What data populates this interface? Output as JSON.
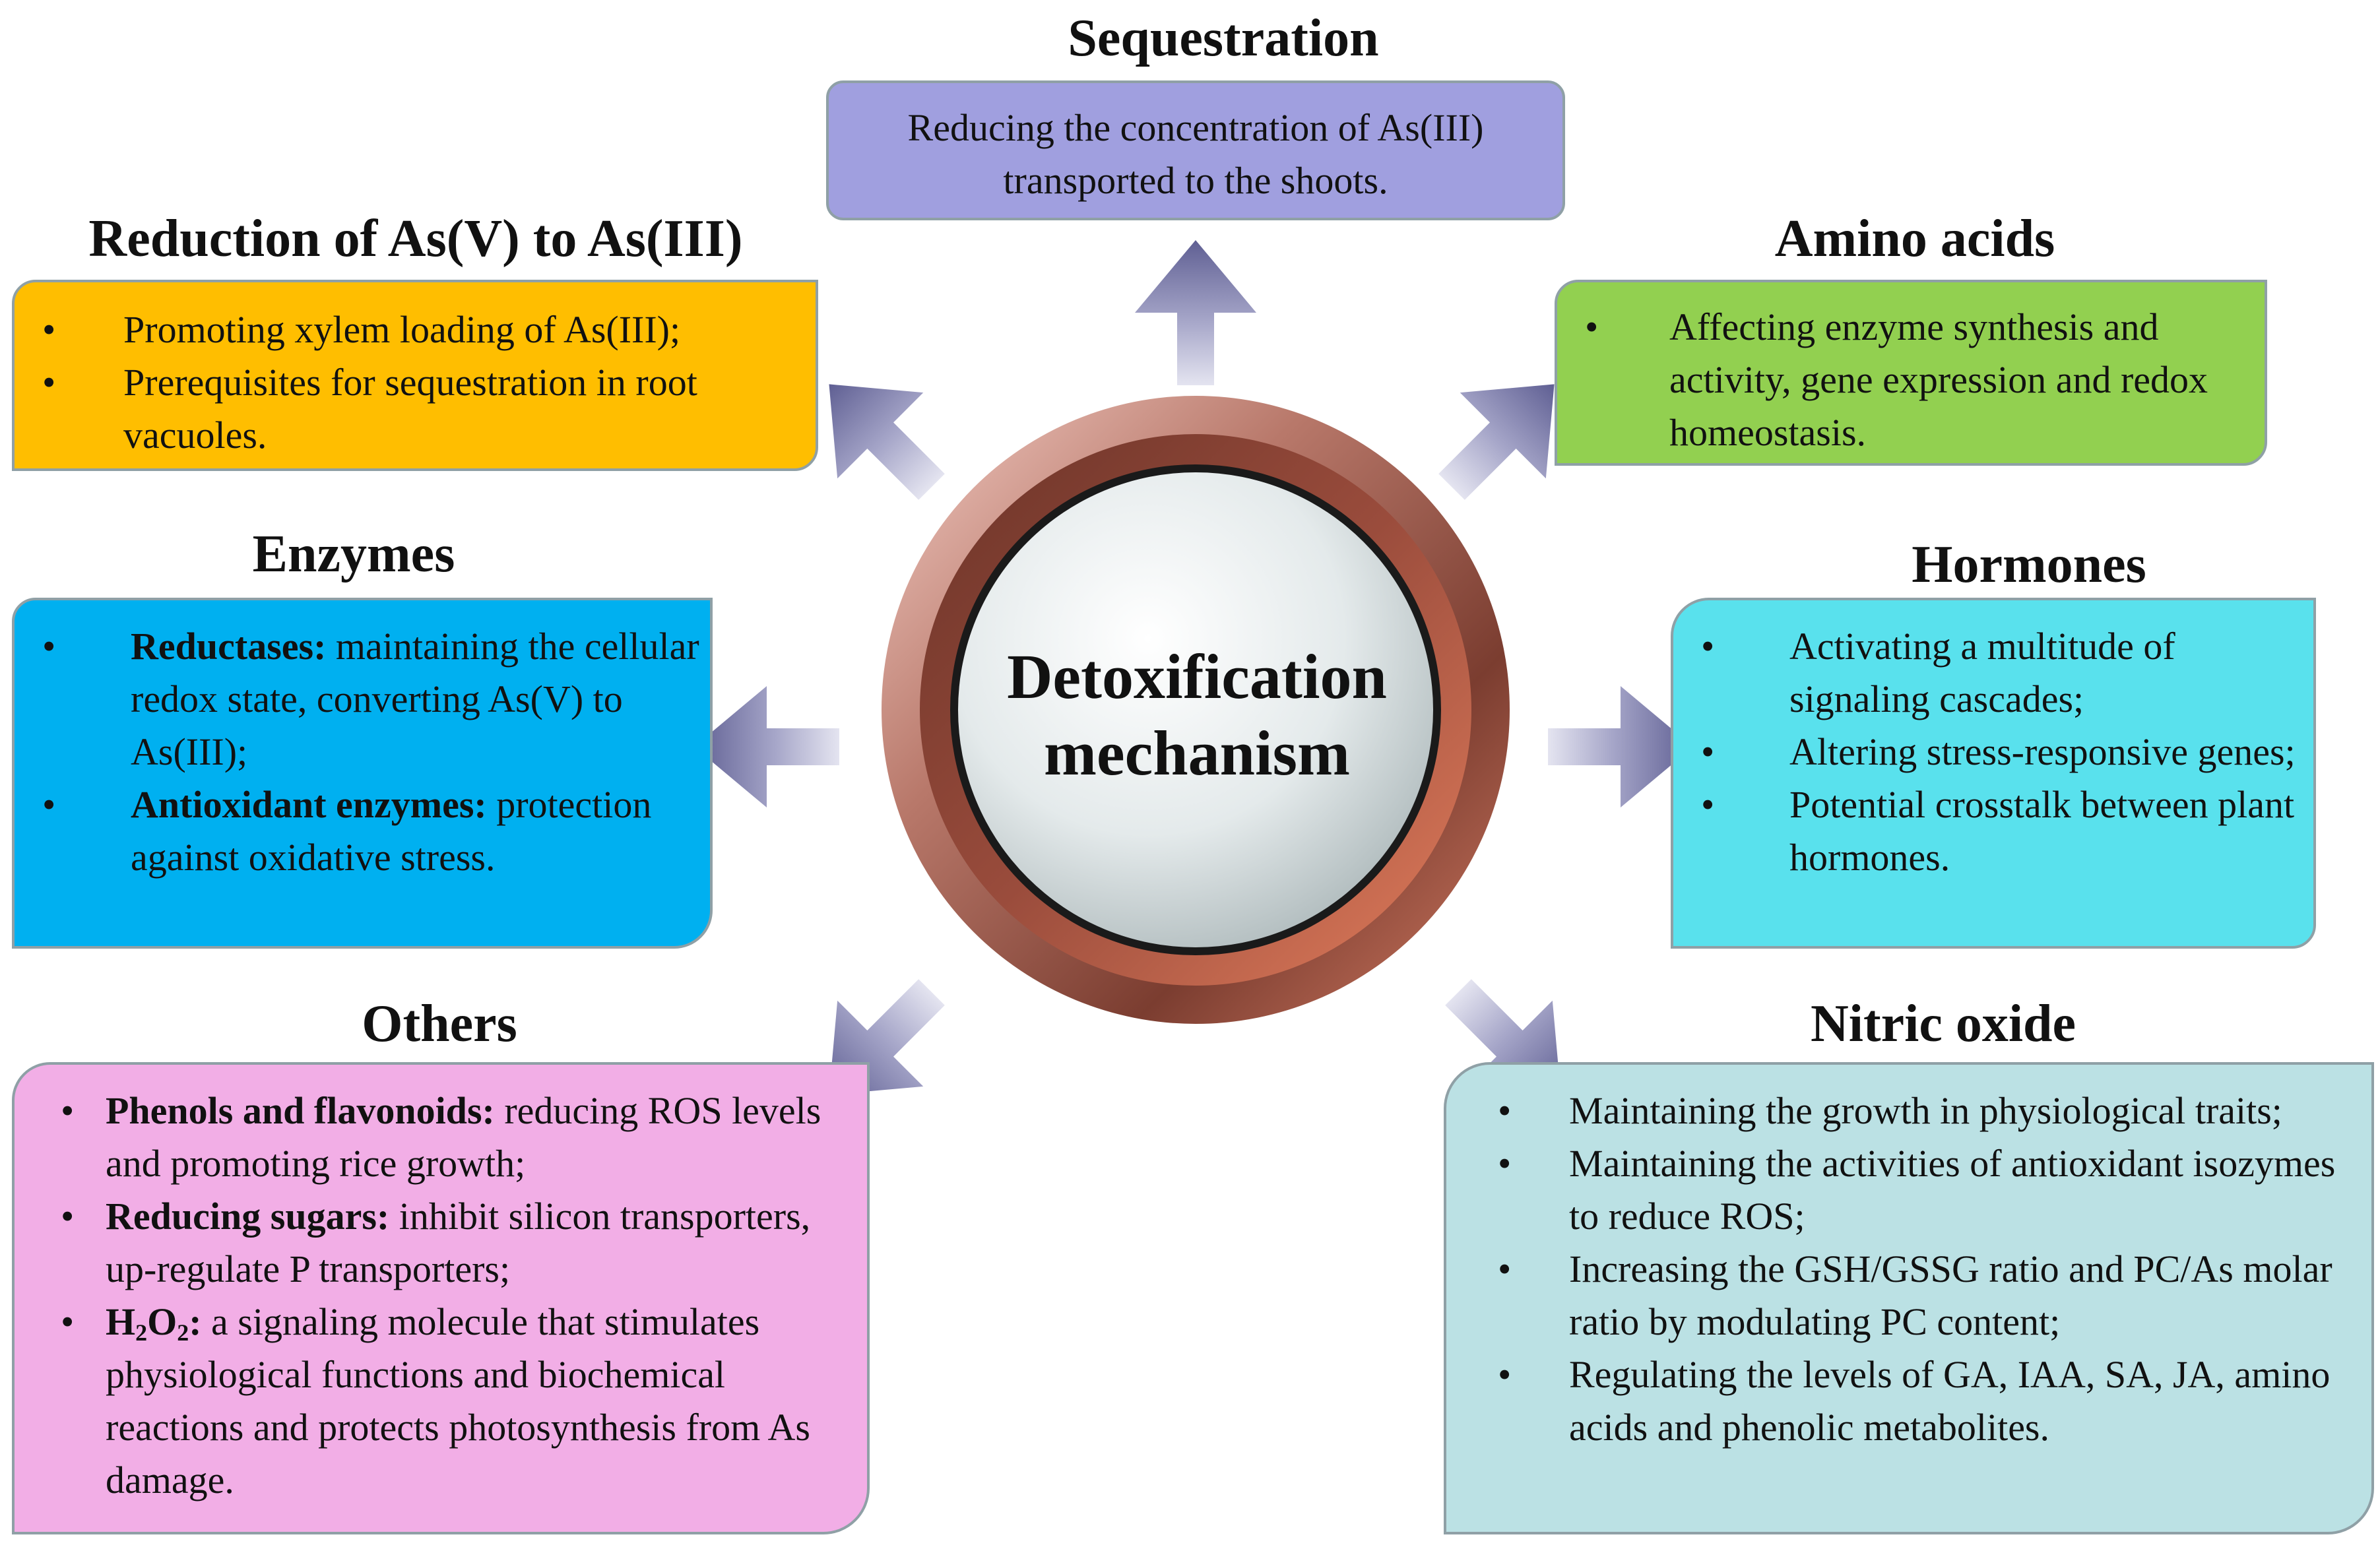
{
  "center": {
    "line1": "Detoxification",
    "line2": "mechanism"
  },
  "colors": {
    "sequestration": "#a09fdf",
    "reduction": "#ffbe00",
    "amino_acids": "#92d050",
    "enzymes": "#00b0f0",
    "hormones": "#59e1ed",
    "others": "#f2aee6",
    "nitric_oxide": "#bbe1e4",
    "ring": "#8b4a3a",
    "arrow": "#6c6c9c"
  },
  "sequestration": {
    "title": "Sequestration",
    "line1": "Reducing the concentration of As(III)",
    "line2": "transported to the shoots."
  },
  "reduction": {
    "title": "Reduction of As(V) to As(III)",
    "items": [
      "Promoting xylem loading of As(III);",
      "Prerequisites for sequestration in root vacuoles."
    ]
  },
  "amino_acids": {
    "title": "Amino acids",
    "items": [
      "Affecting enzyme synthesis and activity, gene expression and redox homeostasis."
    ]
  },
  "enzymes": {
    "title": "Enzymes",
    "items": [
      {
        "bold": "Reductases:",
        "text": " maintaining the cellular redox state, converting As(V) to As(III);"
      },
      {
        "bold": "Antioxidant enzymes:",
        "text": " protection against oxidative stress."
      }
    ]
  },
  "hormones": {
    "title": "Hormones",
    "items": [
      "Activating a multitude of signaling cascades;",
      "Altering stress-responsive genes;",
      "Potential crosstalk between plant hormones."
    ]
  },
  "others": {
    "title": "Others",
    "items": [
      {
        "bold": "Phenols and flavonoids:",
        "text": " reducing ROS levels and promoting rice growth;"
      },
      {
        "bold": "Reducing sugars:",
        "text": " inhibit silicon transporters, up-regulate P transporters;"
      }
    ],
    "h2o2": {
      "h": "H",
      "sub1": "2",
      "o": "O",
      "sub2": "2",
      "colon": ":",
      "text": " a signaling molecule that stimulates physiological functions and biochemical reactions and protects photosynthesis from As damage."
    }
  },
  "nitric_oxide": {
    "title": "Nitric oxide",
    "items": [
      "Maintaining the growth in physiological traits;",
      "Maintaining the activities of antioxidant isozymes to reduce ROS;",
      "Increasing the GSH/GSSG ratio and PC/As molar ratio by modulating PC content;",
      "Regulating the levels of GA, IAA, SA, JA, amino acids and phenolic metabolites."
    ]
  }
}
